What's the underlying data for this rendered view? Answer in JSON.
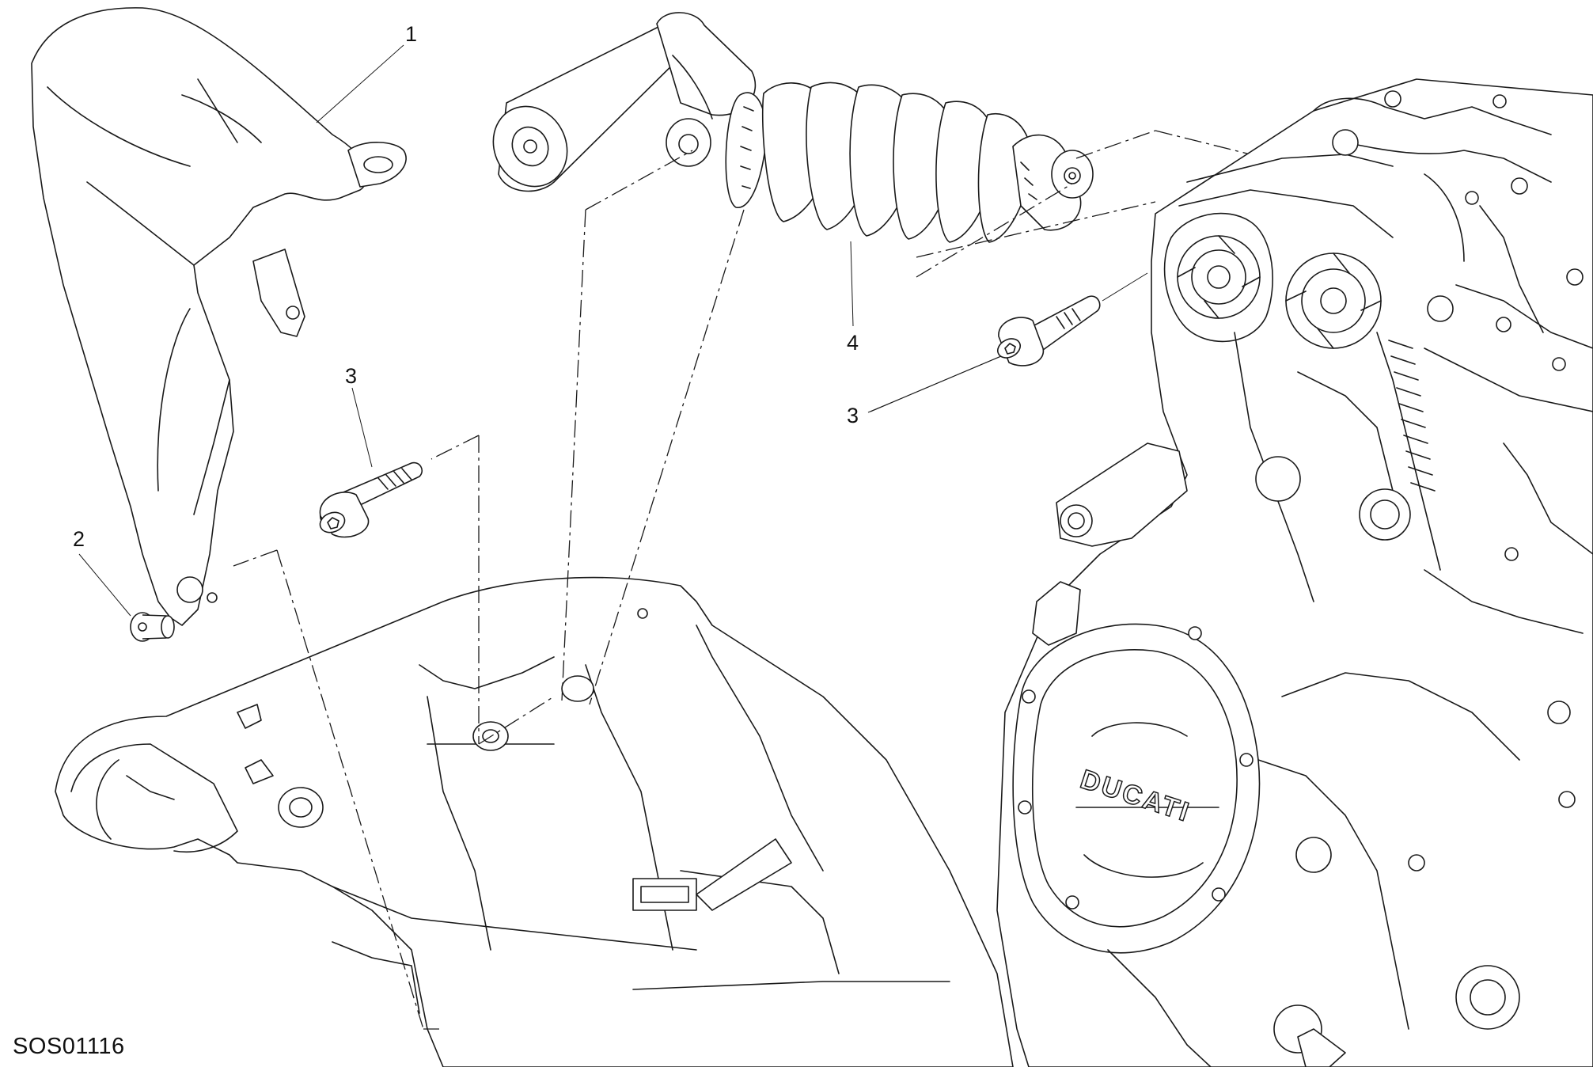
{
  "diagram": {
    "drawing_code": "SOS01116",
    "brand_marking": "DUCATI",
    "callouts": [
      {
        "id": "c1",
        "label": "1"
      },
      {
        "id": "c2",
        "label": "2"
      },
      {
        "id": "c3a",
        "label": "3"
      },
      {
        "id": "c3b",
        "label": "3"
      },
      {
        "id": "c4",
        "label": "4"
      }
    ]
  }
}
